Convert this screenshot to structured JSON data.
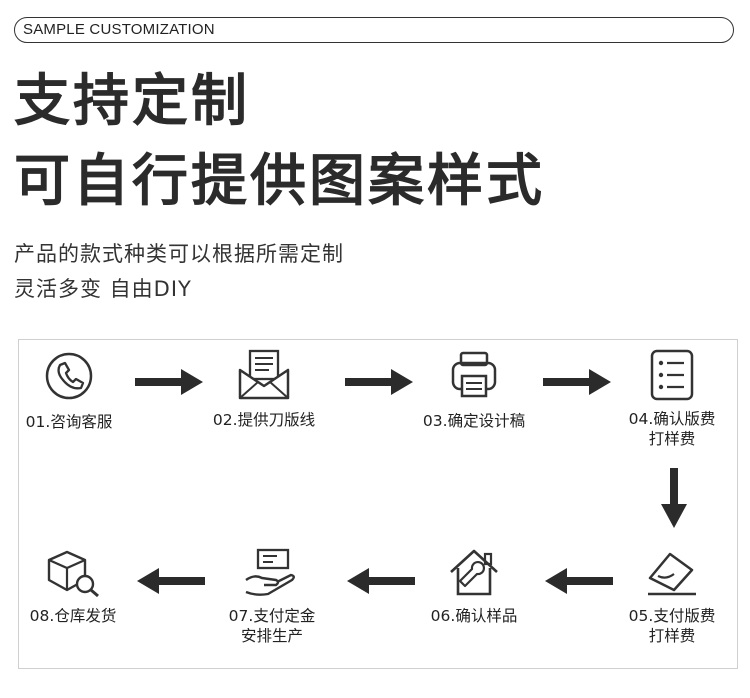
{
  "header": {
    "tag": "SAMPLE CUSTOMIZATION"
  },
  "headline": {
    "line1": "支持定制",
    "line2": "可自行提供图案样式"
  },
  "description": {
    "line1": "产品的款式种类可以根据所需定制",
    "line2": "灵活多变 自由DIY"
  },
  "steps": [
    {
      "label": "01.咨询客服",
      "icon": "phone-icon"
    },
    {
      "label": "02.提供刀版线",
      "icon": "envelope-icon"
    },
    {
      "label": "03.确定设计稿",
      "icon": "printer-icon"
    },
    {
      "label": "04.确认版费",
      "label2": "打样费",
      "icon": "checklist-icon"
    },
    {
      "label": "05.支付版费",
      "label2": "打样费",
      "icon": "signed-document-icon"
    },
    {
      "label": "06.确认样品",
      "icon": "house-wrench-icon"
    },
    {
      "label": "07.支付定金",
      "label2": "安排生产",
      "icon": "hand-payment-icon"
    },
    {
      "label": "08.仓库发货",
      "icon": "box-search-icon"
    }
  ]
}
